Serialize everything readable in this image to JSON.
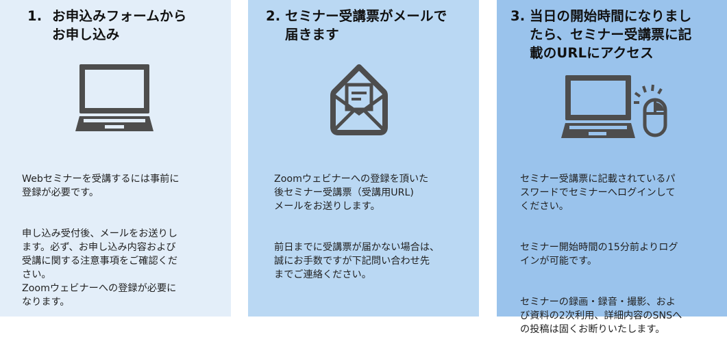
{
  "colors": {
    "panel1_bg": "#e3eef9",
    "panel2_bg": "#bad8f3",
    "panel3_bg": "#9ac3ec",
    "icon": "#4d4d4d"
  },
  "steps": [
    {
      "number": "1.",
      "title": "お申込みフォームから\nお申し込み",
      "icon": "laptop-icon",
      "paragraphs": [
        "Webセミナーを受講するには事前に\n登録が必要です。",
        "申し込み受付後、メールをお送りし\nます。必ず、お申し込み内容および\n受講に関する注意事項をご確認くだ\nさい。\nZoomウェビナーへの登録が必要に\nなります。"
      ]
    },
    {
      "number": "2.",
      "title": "セミナー受講票がメールで\n届きます",
      "icon": "open-envelope-icon",
      "paragraphs": [
        "Zoomウェビナーへの登録を頂いた\n後セミナー受講票（受講用URL)\nメールをお送りします。",
        "前日までに受講票が届かない場合は、\n誠にお手数ですが下記問い合わせ先\nまでご連絡ください。"
      ]
    },
    {
      "number": "3.",
      "title": "当日の開始時間になりまし\nたら、セミナー受講票に記\n載のURLにアクセス",
      "icon": "laptop-mouse-click-icon",
      "paragraphs": [
        "セミナー受講票に記載されているパ\nスワードでセミナーへログインして\nください。",
        "セミナー開始時間の15分前よりログ\nインが可能です。",
        "セミナーの録画・録音・撮影、およ\nび資料の2次利用、詳細内容のSNSへ\nの投稿は固くお断りいたします。"
      ]
    }
  ]
}
